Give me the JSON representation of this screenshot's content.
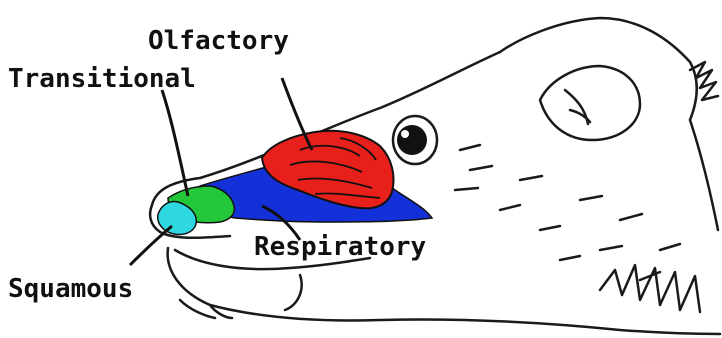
{
  "labels": {
    "olfactory": "Olfactory",
    "transitional": "Transitional",
    "respiratory": "Respiratory",
    "squamous": "Squamous"
  },
  "colors": {
    "olfactory": "#e8201c",
    "transitional": "#22c83a",
    "respiratory": "#1430d8",
    "squamous": "#2fd8e0",
    "line": "#1a1a1a",
    "background": "#ffffff"
  }
}
